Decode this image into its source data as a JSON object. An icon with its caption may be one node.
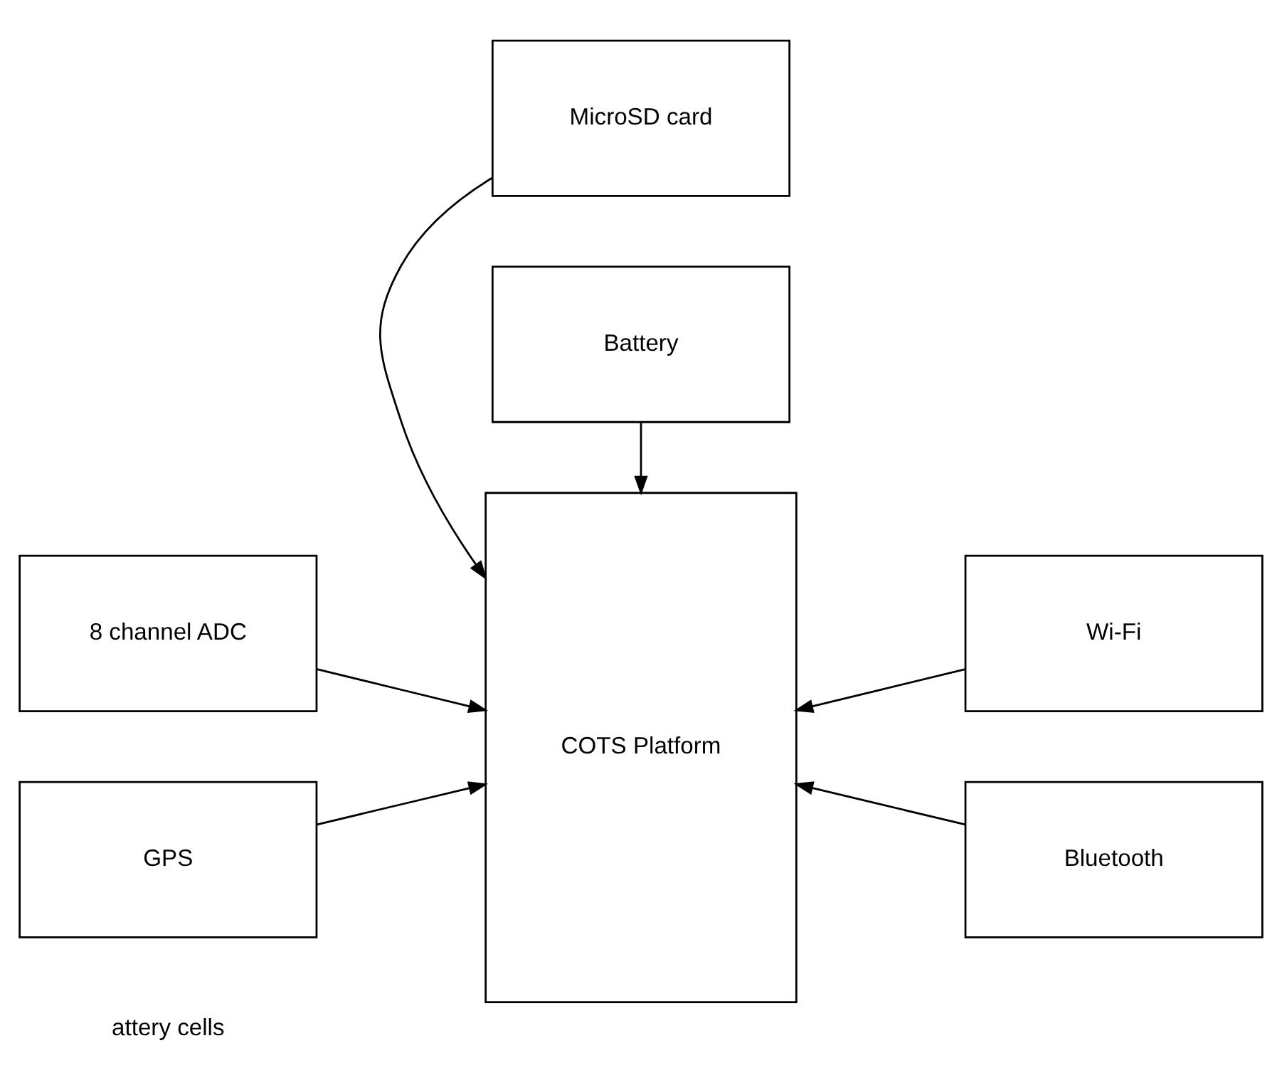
{
  "diagram": {
    "nodes": [
      {
        "text": [
          "MicroSD card"
        ]
      },
      {
        "text": [
          "8 channel ADC"
        ]
      },
      {
        "text": [
          "COTS Platform"
        ]
      },
      {
        "text": [
          "Wi-Fi"
        ]
      },
      {
        "text": [
          "GPS"
        ]
      },
      {
        "text": [
          "Bluetooth"
        ]
      },
      {
        "text": [
          "Battery"
        ]
      }
    ],
    "edges": [
      {
        "from": 0,
        "to": 2,
        "arrow": "to"
      },
      {
        "from": 1,
        "to": 2,
        "arrow": "to"
      },
      {
        "from": 3,
        "to": 2,
        "arrow": "to"
      },
      {
        "from": 4,
        "to": 2,
        "arrow": "to"
      },
      {
        "from": 5,
        "to": 2,
        "arrow": "to"
      },
      {
        "from": 6,
        "to": 2,
        "arrow": "to"
      }
    ],
    "labels": [
      "attery cells"
    ]
  }
}
